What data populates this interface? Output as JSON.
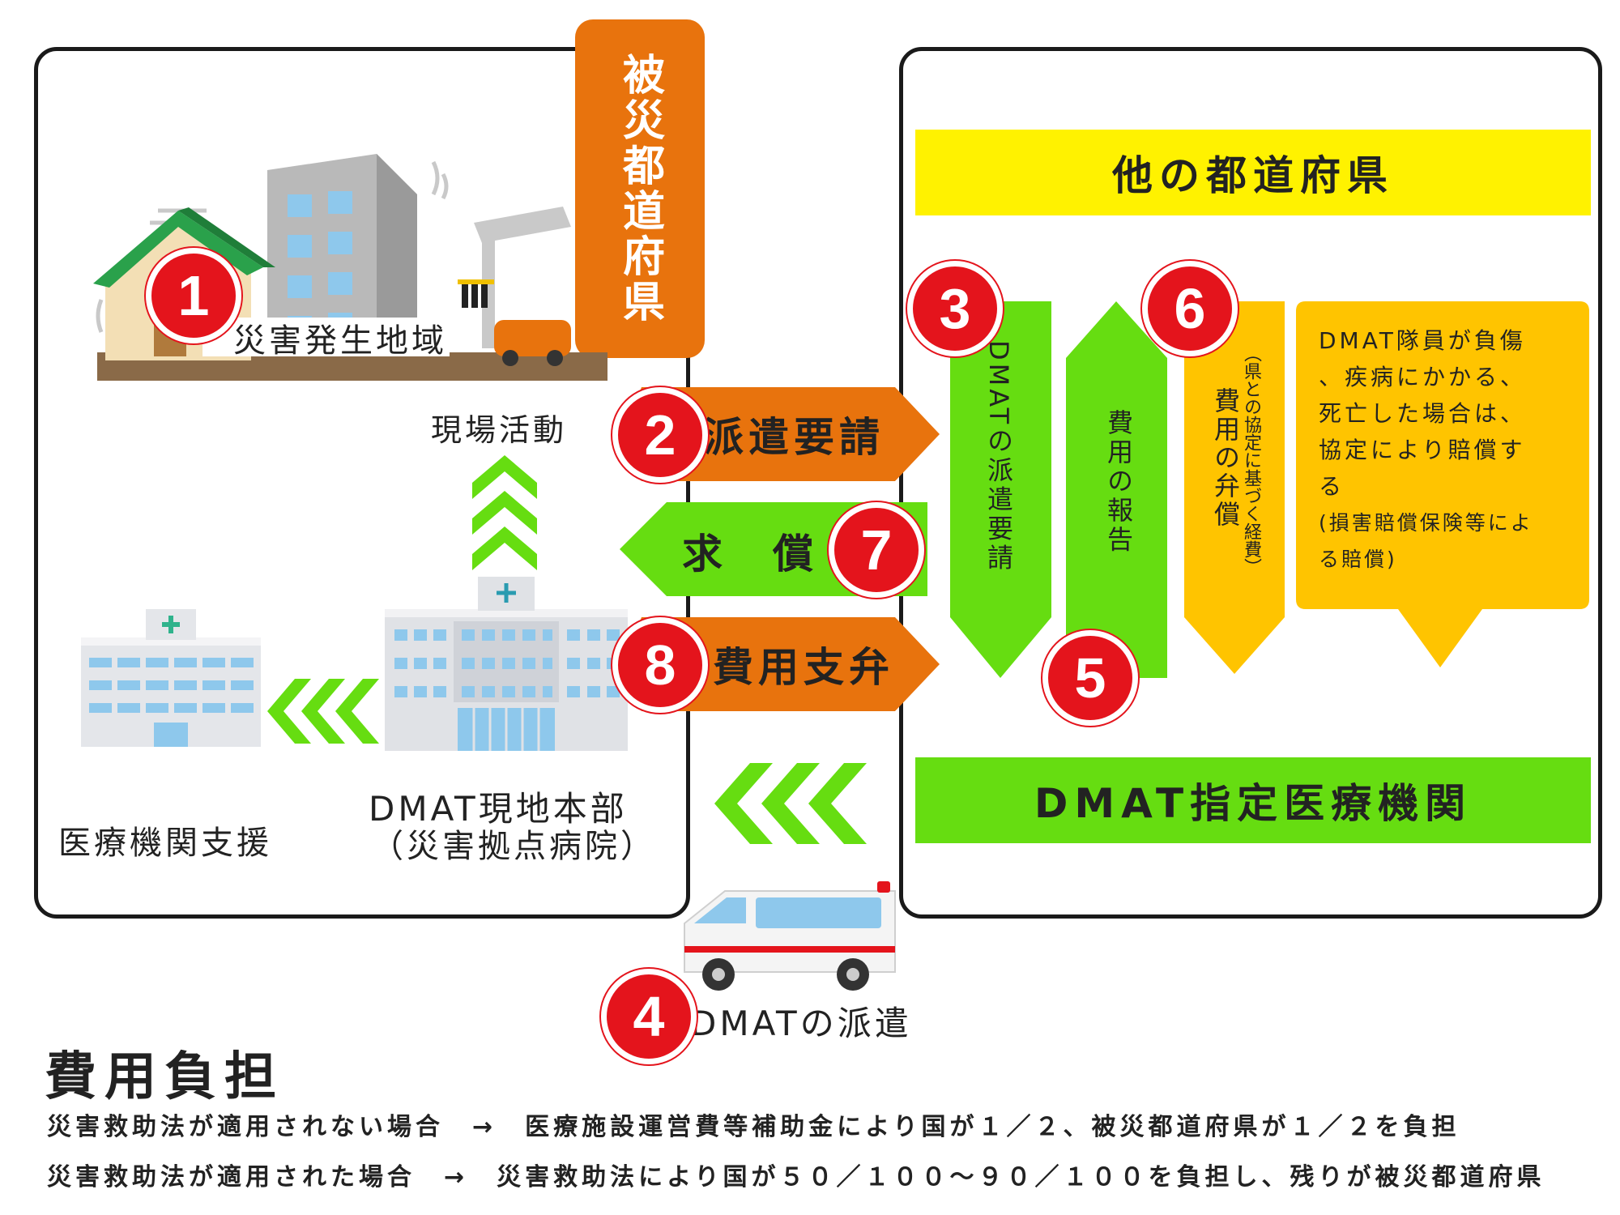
{
  "affected_prefecture": {
    "label": "被災都道府県",
    "color": "#e8730d"
  },
  "disaster_area": {
    "label": "災害発生地域"
  },
  "field_activity": {
    "label": "現場活動"
  },
  "hq": {
    "line1": "DMAT現地本部",
    "line2": "（災害拠点病院）"
  },
  "medical_support": {
    "label": "医療機関支援"
  },
  "other_prefectures": {
    "label": "他の都道府県",
    "color": "#fff200"
  },
  "designated_institution": {
    "label": "DMAT指定医療機関",
    "color": "#66dd11"
  },
  "steps": [
    {
      "number": "1"
    },
    {
      "number": "2",
      "label": "派遣要請"
    },
    {
      "number": "3",
      "label": "DMATの派遣要請"
    },
    {
      "number": "4",
      "label": "DMATの派遣"
    },
    {
      "number": "5",
      "label": "費用の報告"
    },
    {
      "number": "6",
      "label": "費用の弁償",
      "note": "（県との協定に基づく経費）"
    },
    {
      "number": "7",
      "label": "求　償"
    },
    {
      "number": "8",
      "label": "費用支弁"
    }
  ],
  "compensation_note": {
    "lines": [
      "DMAT隊員が負傷",
      "、疾病にかかる、",
      "死亡した場合は、",
      "協定により賠償す",
      "る",
      "(損害賠償保険等によ",
      "る賠償)"
    ],
    "color": "#ffc400"
  },
  "cost_burden": {
    "title": "費用負担",
    "rows": [
      "災害救助法が適用されない場合　→　医療施設運営費等補助金により国が１／２、被災都道府県が１／２を負担",
      "災害救助法が適用された場合　→　災害救助法により国が５０／１００～９０／１００を負担し、残りが被災都道府県"
    ]
  },
  "colors": {
    "badge": "#e4141c",
    "orange": "#e8730d",
    "green": "#66dd11",
    "yellow": "#fff200",
    "amber": "#ffc400"
  }
}
